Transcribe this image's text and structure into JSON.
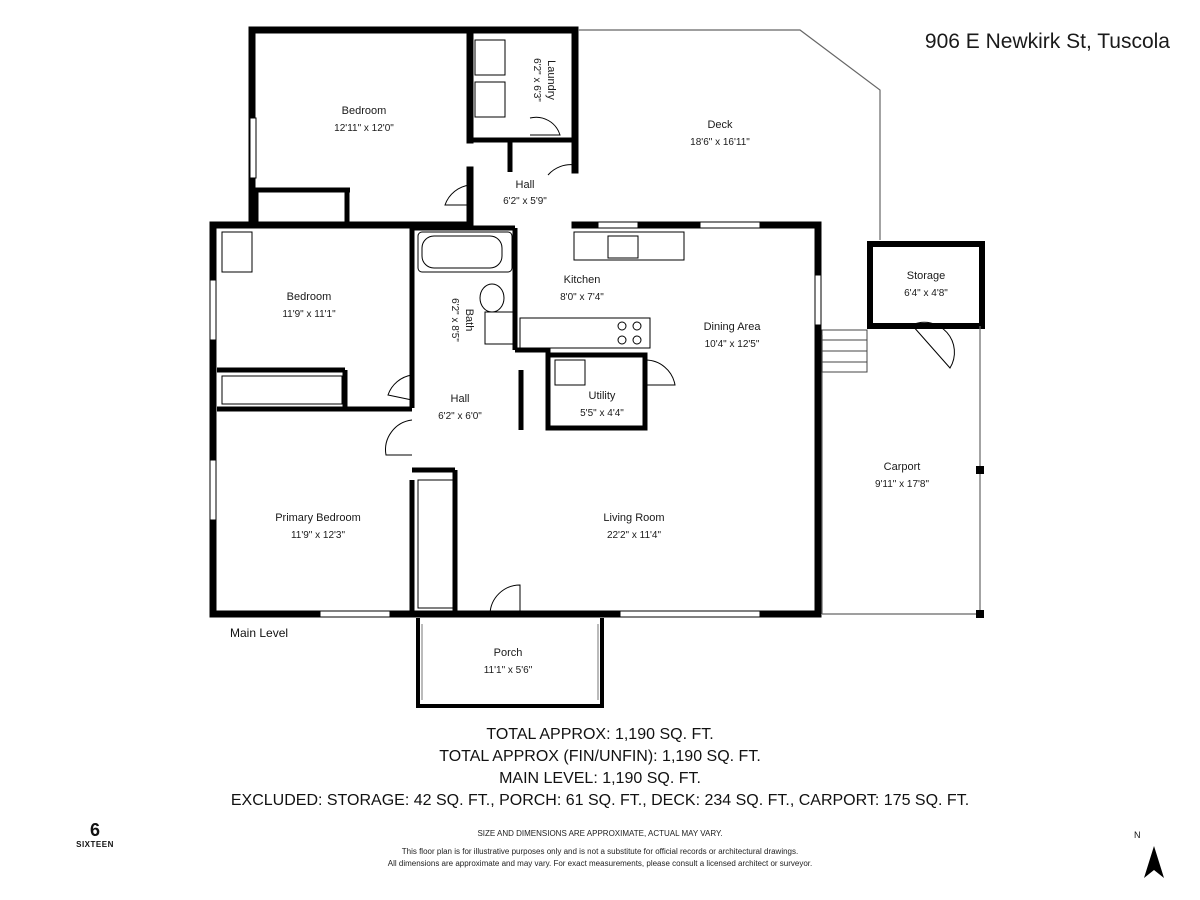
{
  "header": {
    "address": "906 E Newkirk St, Tuscola"
  },
  "plan": {
    "level_label": "Main Level",
    "rooms": [
      {
        "name": "Bedroom",
        "dims": "12'11\" x 12'0\""
      },
      {
        "name": "Laundry",
        "dims": "6'2\" x 6'3\""
      },
      {
        "name": "Deck",
        "dims": "18'6\" x 16'11\""
      },
      {
        "name": "Hall",
        "dims": "6'2\" x 5'9\""
      },
      {
        "name": "Bedroom",
        "dims": "11'9\" x 11'1\""
      },
      {
        "name": "Bath",
        "dims": "6'2\" x 8'5\""
      },
      {
        "name": "Kitchen",
        "dims": "8'0\" x 7'4\""
      },
      {
        "name": "Dining Area",
        "dims": "10'4\" x 12'5\""
      },
      {
        "name": "Storage",
        "dims": "6'4\" x 4'8\""
      },
      {
        "name": "Hall",
        "dims": "6'2\" x 6'0\""
      },
      {
        "name": "Utility",
        "dims": "5'5\" x 4'4\""
      },
      {
        "name": "Carport",
        "dims": "9'11\" x 17'8\""
      },
      {
        "name": "Primary Bedroom",
        "dims": "11'9\" x 12'3\""
      },
      {
        "name": "Living Room",
        "dims": "22'2\" x 11'4\""
      },
      {
        "name": "Porch",
        "dims": "11'1\" x 5'6\""
      }
    ]
  },
  "totals": {
    "total": "TOTAL APPROX: 1,190 SQ. FT.",
    "fin_unfin": "TOTAL APPROX (FIN/UNFIN): 1,190 SQ. FT.",
    "main_level": "MAIN LEVEL: 1,190 SQ. FT.",
    "excluded": "EXCLUDED: STORAGE: 42 SQ. FT., PORCH: 61 SQ. FT., DECK: 234 SQ. FT., CARPORT: 175 SQ. FT."
  },
  "disclaimer": {
    "line1": "SIZE AND DIMENSIONS ARE APPROXIMATE, ACTUAL MAY VARY.",
    "line2": "This floor plan is for illustrative purposes only and is not a substitute for official records or architectural drawings.",
    "line3": "All dimensions are approximate and may vary. For exact measurements, please consult a licensed architect or surveyor."
  },
  "logo": {
    "mark": "6",
    "name": "SIXTEEN"
  },
  "compass": {
    "label": "N"
  }
}
